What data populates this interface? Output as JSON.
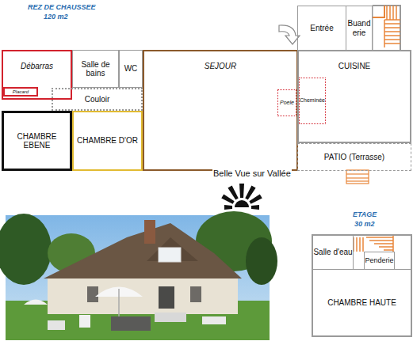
{
  "diagram": {
    "nodes": [
      {
        "text": [
          "Entrée"
        ]
      },
      {
        "text": [
          "Buand erie"
        ]
      },
      {
        "text": [
          "Débarras"
        ]
      },
      {
        "text": [
          "Placard"
        ],
        "in": 2
      },
      {
        "text": [
          "Salle de bains"
        ]
      },
      {
        "text": [
          "WC"
        ]
      },
      {
        "text": [
          "SEJOUR"
        ]
      },
      {
        "text": [
          "Poele"
        ],
        "in": 6
      },
      {
        "text": [
          "CUISINE"
        ]
      },
      {
        "text": [
          "Cheminée"
        ],
        "in": 8
      },
      {
        "text": [
          "Couloir"
        ]
      },
      {
        "text": [
          "CHAMBRE EBENE"
        ]
      },
      {
        "text": [
          "CHAMBRE D'OR"
        ]
      },
      {
        "text": [
          "PATIO (Terrasse)"
        ]
      },
      {
        "text": [
          "Salle d'eau"
        ]
      },
      {
        "text": [
          "Penderie"
        ]
      },
      {
        "text": [
          "CHAMBRE HAUTE"
        ]
      }
    ],
    "labels": [
      "REZ DE CHAUSSEE",
      "120 m2",
      "Belle Vue sur Vallée",
      "ETAGE",
      "30 m2"
    ]
  }
}
